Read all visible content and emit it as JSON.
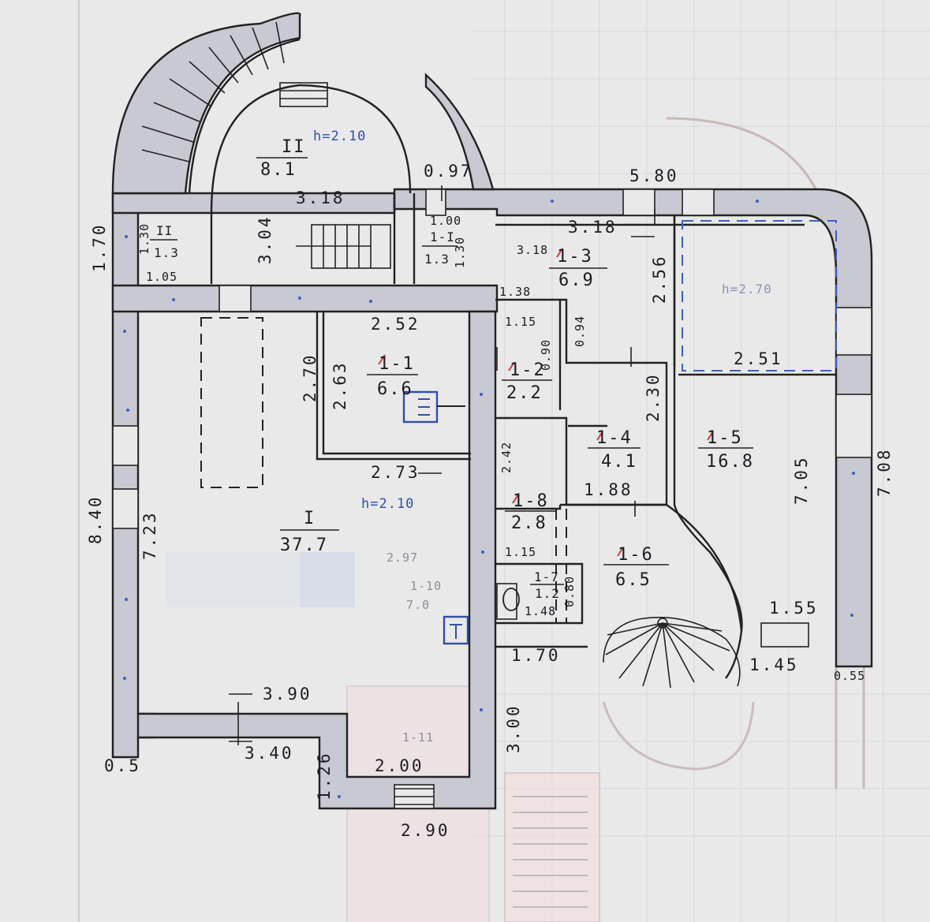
{
  "drawing": {
    "colors": {
      "paper": "#e9e9ea",
      "wall_fill": "#c9c9d3",
      "ink": "#222222",
      "blue_note": "#2f4fa8",
      "red_mark": "#d23a3a",
      "underlay": "#f2dede"
    },
    "ceiling_height_notes": [
      "h=2.10",
      "h=2.10",
      "h=2.70"
    ],
    "rooms": [
      {
        "id": "I",
        "area": "37.7"
      },
      {
        "id": "1-1",
        "area": "6.6"
      },
      {
        "id": "1-2",
        "area": "2.2"
      },
      {
        "id": "1-3",
        "area": "6.9"
      },
      {
        "id": "1-4",
        "area": "4.1"
      },
      {
        "id": "1-5",
        "area": "16.8"
      },
      {
        "id": "1-6",
        "area": "6.5"
      },
      {
        "id": "1-7",
        "area": "1.2"
      },
      {
        "id": "1-8",
        "area": "2.8"
      },
      {
        "id": "II",
        "area": "8.1"
      },
      {
        "id": "II",
        "area": "1.3"
      },
      {
        "id": "1-I",
        "area": "1.3"
      }
    ],
    "dimensions": [
      "0.97",
      "5.80",
      "3.18",
      "1.70",
      "1.30",
      "1.05",
      "1.00",
      "1.30",
      "3.04",
      "3.18",
      "3.18",
      "2.56",
      "1.38",
      "0.94",
      "2.52",
      "1.15",
      "0.90",
      "2.70",
      "2.63",
      "2.51",
      "2.30",
      "7.05",
      "7.08",
      "2.73",
      "2.42",
      "1.88",
      "8.40",
      "7.23",
      "1.15",
      "0.80",
      "1.48",
      "1.55",
      "1.70",
      "1.45",
      "0.55",
      "3.90",
      "3.00",
      "3.40",
      "1.26",
      "2.00",
      "0.5",
      "2.90"
    ],
    "underlay_labels": [
      "2.97",
      "1-10",
      "7.0",
      "1-11"
    ]
  }
}
